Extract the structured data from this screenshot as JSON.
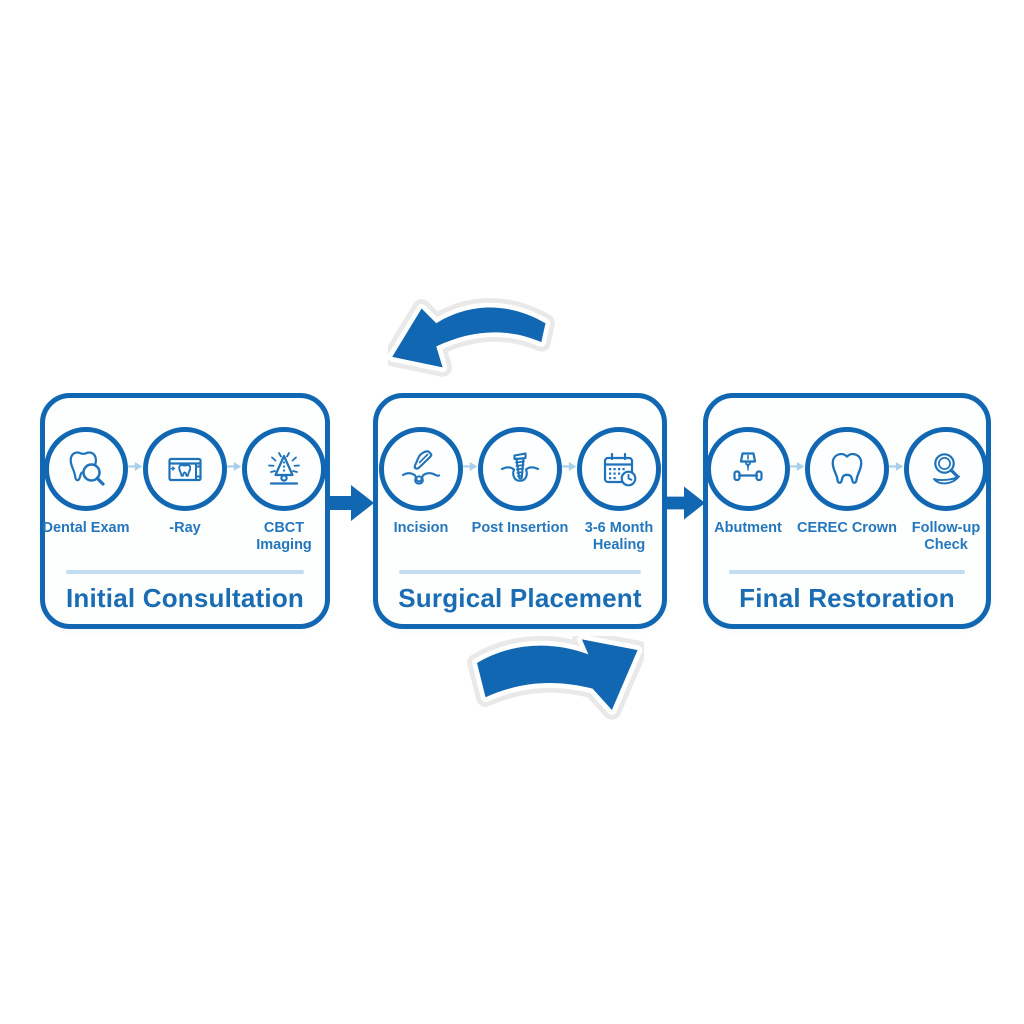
{
  "colors": {
    "primary_blue": "#1267b2",
    "icon_blue": "#1e73ba",
    "label_blue": "#2577bd",
    "title_blue": "#1a6cb3",
    "light_arrow_blue": "#a9cfea",
    "divider_blue": "#c3ddf0",
    "halo_gray": "#e9e9e9",
    "background": "#ffffff"
  },
  "stages": [
    {
      "title": "Initial Consultation",
      "steps": [
        {
          "label": "Dental Exam",
          "icon": "tooth-magnifier-icon"
        },
        {
          "label": "-Ray",
          "icon": "xray-film-icon"
        },
        {
          "label": "CBCT\nImaging",
          "icon": "cbct-scanner-icon"
        }
      ]
    },
    {
      "title": "Surgical Placement",
      "steps": [
        {
          "label": "Incision",
          "icon": "scalpel-incision-icon"
        },
        {
          "label": "Post Insertion",
          "icon": "implant-post-icon"
        },
        {
          "label": "3-6 Month\nHealing",
          "icon": "calendar-clock-icon"
        }
      ]
    },
    {
      "title": "Final Restoration",
      "steps": [
        {
          "label": "Abutment",
          "icon": "abutment-icon"
        },
        {
          "label": "CEREC Crown",
          "icon": "tooth-crown-icon"
        },
        {
          "label": "Follow-up\nCheck",
          "icon": "magnifier-smile-icon"
        }
      ]
    }
  ]
}
